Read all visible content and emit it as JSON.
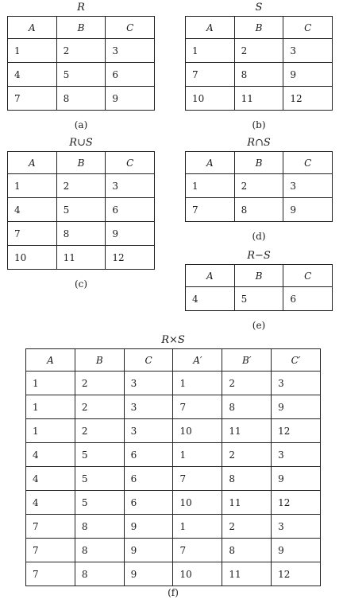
{
  "tables": {
    "a": {
      "title": "R",
      "caption": "(a)",
      "header": [
        "A",
        "B",
        "C"
      ],
      "rows": [
        [
          "1",
          "2",
          "3"
        ],
        [
          "4",
          "5",
          "6"
        ],
        [
          "7",
          "8",
          "9"
        ]
      ]
    },
    "b": {
      "title": "S",
      "caption": "(b)",
      "header": [
        "A",
        "B",
        "C"
      ],
      "rows": [
        [
          "1",
          "2",
          "3"
        ],
        [
          "7",
          "8",
          "9"
        ],
        [
          "10",
          "11",
          "12"
        ]
      ]
    },
    "c": {
      "title": "R∪S",
      "caption": "(c)",
      "header": [
        "A",
        "B",
        "C"
      ],
      "rows": [
        [
          "1",
          "2",
          "3"
        ],
        [
          "4",
          "5",
          "6"
        ],
        [
          "7",
          "8",
          "9"
        ],
        [
          "10",
          "11",
          "12"
        ]
      ]
    },
    "d": {
      "title": "R∩S",
      "caption": "(d)",
      "header": [
        "A",
        "B",
        "C"
      ],
      "rows": [
        [
          "1",
          "2",
          "3"
        ],
        [
          "7",
          "8",
          "9"
        ]
      ]
    },
    "e": {
      "title": "R−S",
      "caption": "(e)",
      "header": [
        "A",
        "B",
        "C"
      ],
      "rows": [
        [
          "4",
          "5",
          "6"
        ]
      ]
    },
    "f": {
      "title": "R×S",
      "caption": "(f)",
      "header": [
        "A",
        "B",
        "C",
        "A′",
        "B′",
        "C′"
      ],
      "rows": [
        [
          "1",
          "2",
          "3",
          "1",
          "2",
          "3"
        ],
        [
          "1",
          "2",
          "3",
          "7",
          "8",
          "9"
        ],
        [
          "1",
          "2",
          "3",
          "10",
          "11",
          "12"
        ],
        [
          "4",
          "5",
          "6",
          "1",
          "2",
          "3"
        ],
        [
          "4",
          "5",
          "6",
          "7",
          "8",
          "9"
        ],
        [
          "4",
          "5",
          "6",
          "10",
          "11",
          "12"
        ],
        [
          "7",
          "8",
          "9",
          "1",
          "2",
          "3"
        ],
        [
          "7",
          "8",
          "9",
          "7",
          "8",
          "9"
        ],
        [
          "7",
          "8",
          "9",
          "10",
          "11",
          "12"
        ]
      ]
    }
  }
}
